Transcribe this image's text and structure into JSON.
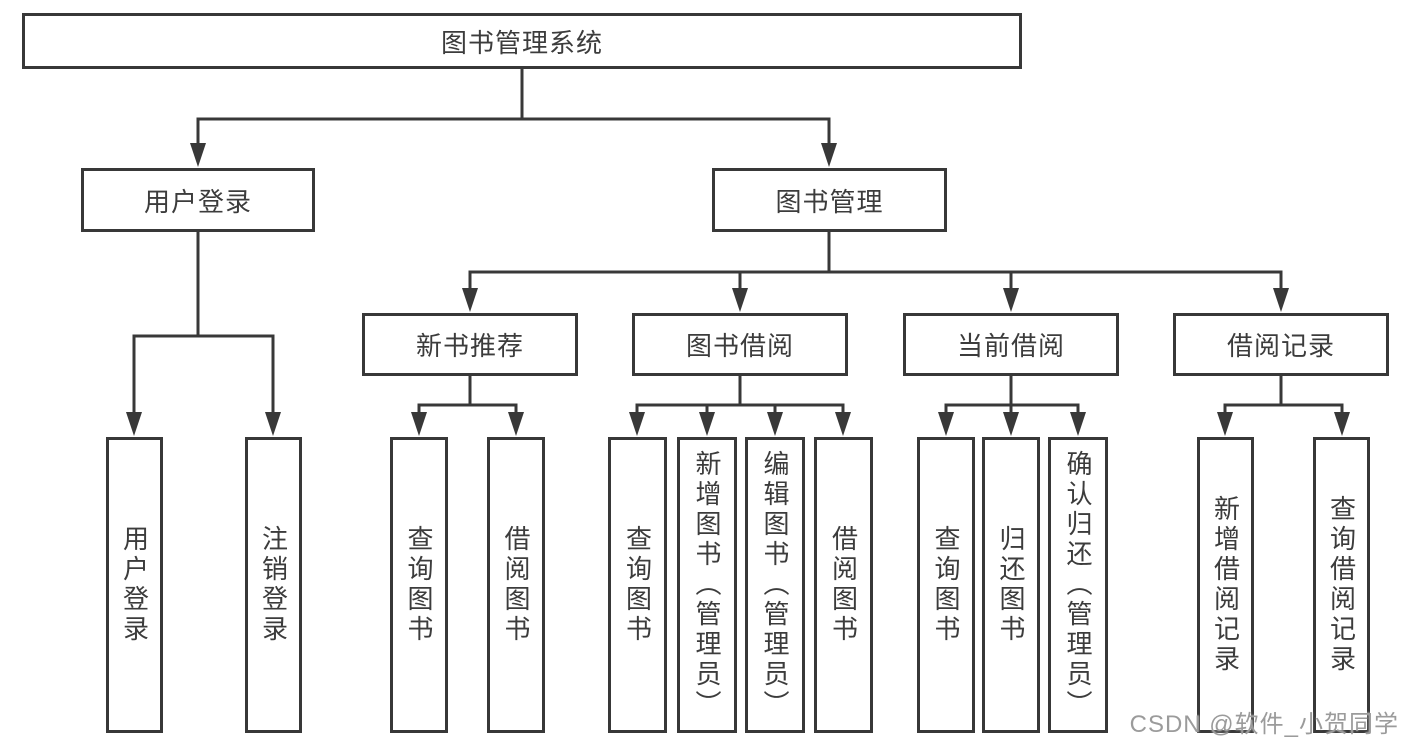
{
  "diagram": {
    "type": "hierarchy-tree",
    "tree": {
      "label": "图书管理系统",
      "children": [
        {
          "label": "用户登录",
          "children": [
            {
              "label": "用户登录"
            },
            {
              "label": "注销登录"
            }
          ]
        },
        {
          "label": "图书管理",
          "children": [
            {
              "label": "新书推荐",
              "children": [
                {
                  "label": "查询图书"
                },
                {
                  "label": "借阅图书"
                }
              ]
            },
            {
              "label": "图书借阅",
              "children": [
                {
                  "label": "查询图书"
                },
                {
                  "label": "新增图书（管理员）"
                },
                {
                  "label": "编辑图书（管理员）"
                },
                {
                  "label": "借阅图书"
                }
              ]
            },
            {
              "label": "当前借阅",
              "children": [
                {
                  "label": "查询图书"
                },
                {
                  "label": "归还图书"
                },
                {
                  "label": "确认归还（管理员）"
                }
              ]
            },
            {
              "label": "借阅记录",
              "children": [
                {
                  "label": "新增借阅记录"
                },
                {
                  "label": "查询借阅记录"
                }
              ]
            }
          ]
        }
      ]
    },
    "colors": {
      "line": "#383838",
      "box_border": "#383838",
      "box_fill": "#ffffff",
      "text": "#3c3c3c",
      "background": "#ffffff",
      "watermark": "#9b9b9b"
    }
  },
  "watermark": {
    "text": "CSDN @软件_小贺同学"
  }
}
